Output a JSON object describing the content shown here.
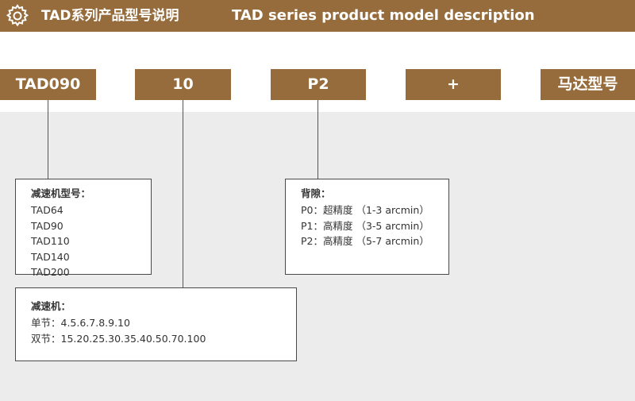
{
  "header": {
    "title_cn": "TAD系列产品型号说明",
    "title_en": "TAD series product model description"
  },
  "segments": [
    "TAD090",
    "10",
    "P2",
    "+",
    "马达型号"
  ],
  "frame_size": {
    "title": "减速机型号：",
    "items": [
      "TAD64",
      "TAD90",
      "TAD110",
      "TAD140",
      "TAD200"
    ]
  },
  "backlash": {
    "title": "背隙：",
    "items": [
      "P0：超精度 （1-3 arcmin）",
      "P1：高精度 （3-5 arcmin）",
      "P2：高精度 （5-7 arcmin）"
    ]
  },
  "ratio": {
    "title": "减速机：",
    "items": [
      "单节：4.5.6.7.8.9.10",
      "双节：15.20.25.30.35.40.50.70.100"
    ]
  },
  "colors": {
    "brand": "#966c3c",
    "panel": "#ececec",
    "line": "#555555"
  }
}
